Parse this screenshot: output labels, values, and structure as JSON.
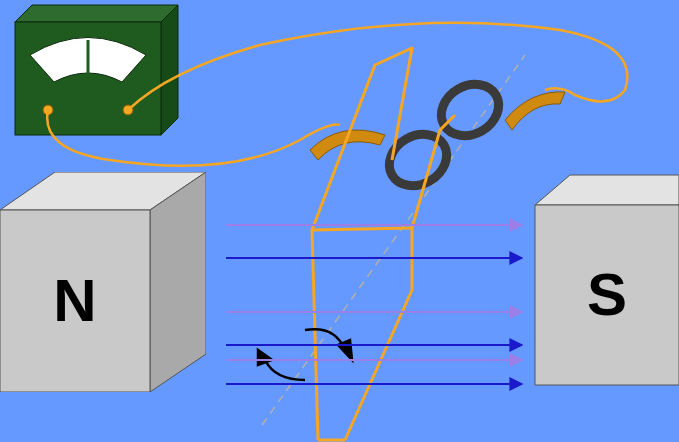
{
  "diagram": {
    "nodes": [
      {
        "text": [
          "N"
        ]
      },
      {
        "text": [
          "S"
        ]
      }
    ],
    "edges": [
      {
        "from": 0,
        "to": 1,
        "arrow": "to"
      },
      {
        "from": 0,
        "to": 1,
        "arrow": "to"
      },
      {
        "from": 0,
        "to": 1,
        "arrow": "to"
      },
      {
        "from": 0,
        "to": 1,
        "arrow": "to"
      },
      {
        "from": 0,
        "to": 1,
        "arrow": "to"
      },
      {
        "from": 0,
        "to": 1,
        "arrow": "to"
      }
    ]
  }
}
